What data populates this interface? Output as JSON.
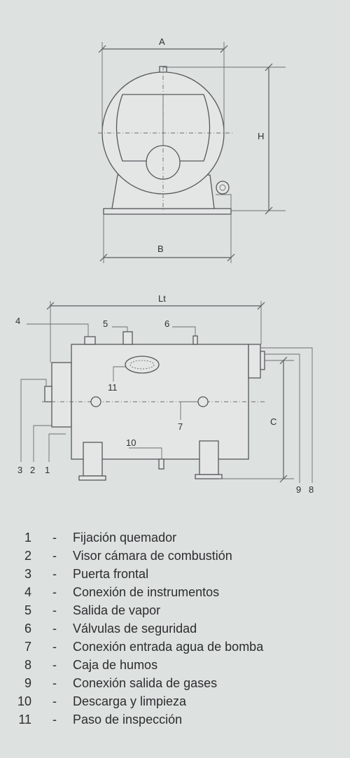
{
  "diagram": {
    "labels": {
      "A": "A",
      "H": "H",
      "B": "B",
      "Lt": "Lt",
      "C": "C",
      "n1": "1",
      "n2": "2",
      "n3": "3",
      "n4": "4",
      "n5": "5",
      "n6": "6",
      "n7": "7",
      "n8": "8",
      "n9": "9",
      "n10": "10",
      "n11": "11"
    }
  },
  "legend": [
    {
      "num": "1",
      "sep": "-",
      "text": "Fijación quemador"
    },
    {
      "num": "2",
      "sep": "-",
      "text": "Visor cámara de combustión"
    },
    {
      "num": "3",
      "sep": "-",
      "text": "Puerta frontal"
    },
    {
      "num": "4",
      "sep": "-",
      "text": "Conexión de instrumentos"
    },
    {
      "num": "5",
      "sep": "-",
      "text": "Salida de vapor"
    },
    {
      "num": "6",
      "sep": "-",
      "text": "Válvulas de seguridad"
    },
    {
      "num": "7",
      "sep": "-",
      "text": "Conexión entrada agua de bomba"
    },
    {
      "num": "8",
      "sep": "-",
      "text": "Caja de humos"
    },
    {
      "num": "9",
      "sep": "-",
      "text": "Conexión salida de gases"
    },
    {
      "num": "10",
      "sep": "-",
      "text": "Descarga y limpieza"
    },
    {
      "num": "11",
      "sep": "-",
      "text": "Paso de inspección"
    }
  ]
}
